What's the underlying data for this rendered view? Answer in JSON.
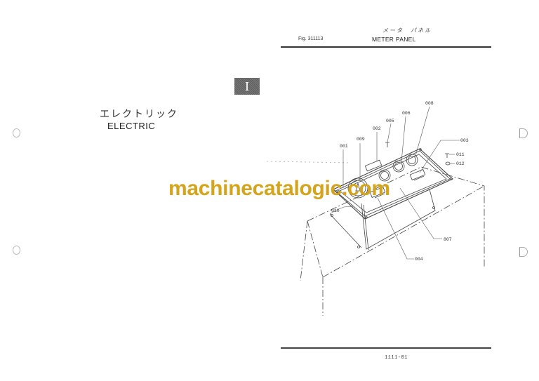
{
  "header": {
    "figure_number": "Fig. 311113",
    "title_japanese": "メータ　パネル",
    "title_english": "METER PANEL"
  },
  "section": {
    "tab_label": "I",
    "title_japanese": "エレクトリック",
    "title_english": "ELECTRIC"
  },
  "diagram": {
    "part_labels": [
      "001",
      "002",
      "003",
      "004",
      "005",
      "006",
      "807",
      "008",
      "009",
      "010",
      "011",
      "012"
    ]
  },
  "watermark": "machinecatalogic.com",
  "footer": {
    "page_number": "1111-01"
  },
  "colors": {
    "watermark": "#d4a51c",
    "section_tab": "#6b6b6b",
    "line": "#333333"
  }
}
